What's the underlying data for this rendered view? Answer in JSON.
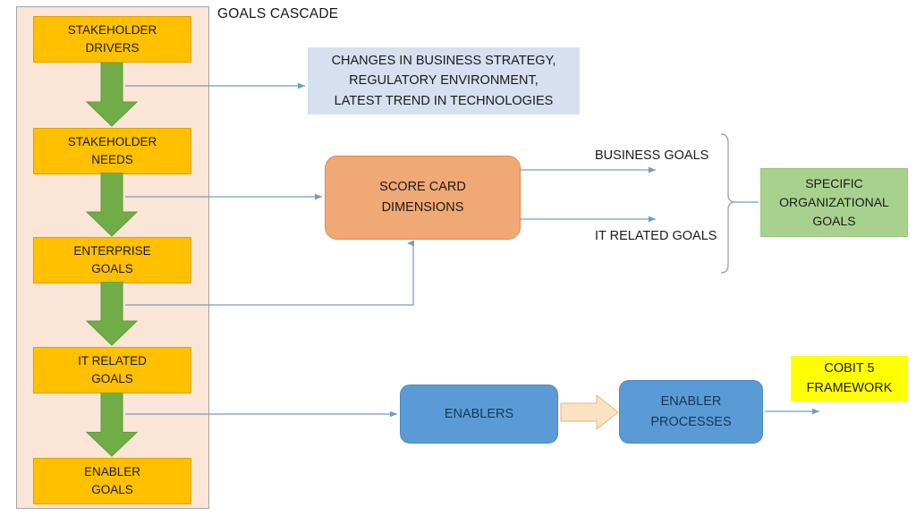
{
  "diagram": {
    "title": "GOALS CASCADE",
    "colors": {
      "cascade_panel": "#fbe5d6",
      "goal_box": "#ffc000",
      "flow_arrow": "#70ad47",
      "note_box": "#d6e0f0",
      "scorecard_box": "#f0a875",
      "org_goals_box": "#a9d18e",
      "enabler_box": "#5b9bd5",
      "cobit_box": "#ffff00",
      "connector_line": "#6f9dc4",
      "block_arrow": "#fbe2c0"
    },
    "cascade": {
      "items": [
        {
          "line1": "STAKEHOLDER",
          "line2": "DRIVERS"
        },
        {
          "line1": "STAKEHOLDER",
          "line2": "NEEDS"
        },
        {
          "line1": "ENTERPRISE",
          "line2": "GOALS"
        },
        {
          "line1": "IT RELATED",
          "line2": "GOALS"
        },
        {
          "line1": "ENABLER",
          "line2": "GOALS"
        }
      ]
    },
    "note": {
      "line1": "CHANGES IN BUSINESS STRATEGY,",
      "line2": "REGULATORY ENVIRONMENT,",
      "line3": "LATEST TREND IN TECHNOLOGIES"
    },
    "scorecard": {
      "line1": "SCORE CARD",
      "line2": "DIMENSIONS"
    },
    "goal_outputs": {
      "business_goals": "BUSINESS GOALS",
      "it_related_goals": "IT RELATED GOALS"
    },
    "org_goals": {
      "line1": "SPECIFIC",
      "line2": "ORGANIZATIONAL",
      "line3": "GOALS"
    },
    "enablers": {
      "line1": "ENABLERS"
    },
    "enabler_processes": {
      "line1": "ENABLER",
      "line2": "PROCESSES"
    },
    "cobit": {
      "line1": "COBIT 5",
      "line2": "FRAMEWORK"
    }
  }
}
